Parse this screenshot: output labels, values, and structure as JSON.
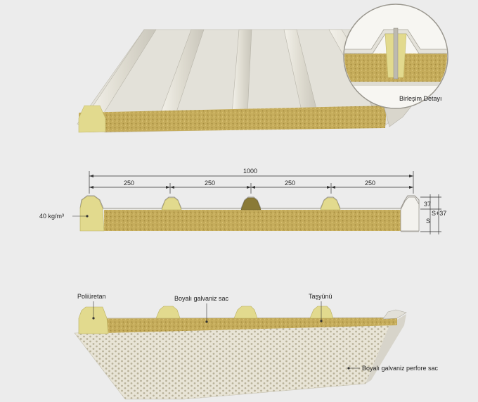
{
  "detail_inset": {
    "caption": "Birleşim Detayı"
  },
  "section": {
    "total_width": "1000",
    "segments": [
      "250",
      "250",
      "250",
      "250"
    ],
    "density": "40  kg/m³",
    "dim_rib": "37",
    "dim_total": "S+37",
    "dim_core": "S"
  },
  "bottom_panel": {
    "poliuretan": "Poliüretan",
    "boyali_galvaniz_sac": "Boyalı galvaniz sac",
    "tasyunu": "Taşyünü",
    "perfore_sac": "Boyalı galvaniz perfore sac"
  },
  "colors": {
    "sheet": "#e4e2da",
    "wool": "#c4ab5a",
    "pu": "#e2da8e",
    "background": "#ececec"
  }
}
